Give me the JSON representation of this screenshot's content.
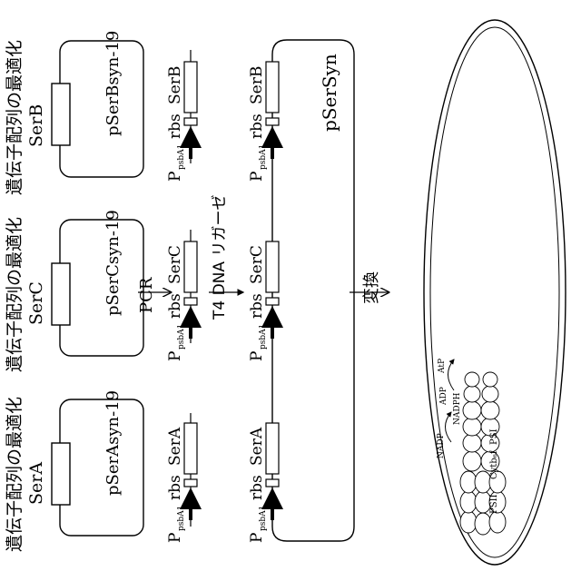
{
  "top_labels": {
    "serB": {
      "line1": "遺伝子配列の最適化",
      "line2": "SerB"
    },
    "serC": {
      "line1": "遺伝子配列の最適化",
      "line2": "SerC"
    },
    "serA": {
      "line1": "遺伝子配列の最適化",
      "line2": "SerA"
    }
  },
  "plasmids": {
    "serB": "pSerBsyn-19",
    "serC": "pSerCsyn-19",
    "serA": "pSerAsyn-19"
  },
  "steps": {
    "pcr": "PCR",
    "ligation": "T4 DNA リガーゼ",
    "transform": "変換"
  },
  "cassette": {
    "p_main": "P",
    "p_sub": "psbA1",
    "rbs": "rbs",
    "gene_b": "SerB",
    "gene_c": "SerC",
    "gene_a": "SerA"
  },
  "final_plasmid": "pSerSyn",
  "cell": {
    "adp_top": "ADP",
    "atp": "AtP",
    "nadp": "NADP",
    "nadph": "NADPH",
    "psii": "PSII",
    "cytb6f": "Cytb₆f",
    "psi": "PSI"
  }
}
